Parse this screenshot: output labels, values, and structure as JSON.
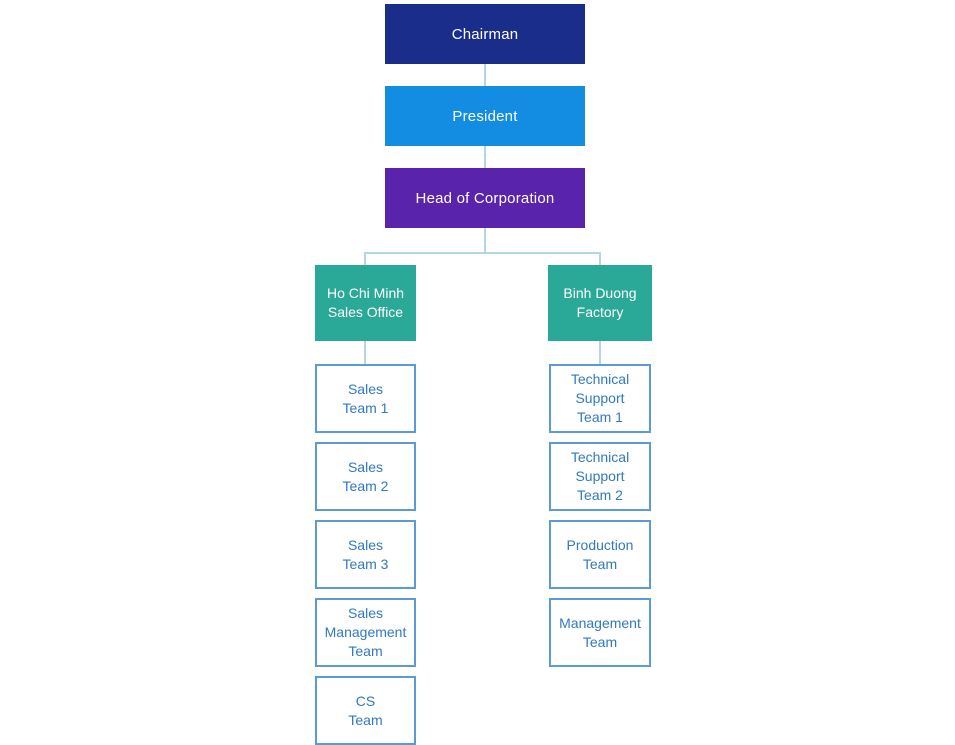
{
  "org_chart": {
    "executive_chain": [
      {
        "label": "Chairman"
      },
      {
        "label": "President"
      },
      {
        "label": "Head of Corporation"
      }
    ],
    "branches": [
      {
        "label": "Ho Chi Minh\nSales Office",
        "teams": [
          {
            "label": "Sales\nTeam 1"
          },
          {
            "label": "Sales\nTeam 2"
          },
          {
            "label": "Sales\nTeam 3"
          },
          {
            "label": "Sales\nManagement\nTeam"
          },
          {
            "label": "CS\nTeam"
          }
        ]
      },
      {
        "label": "Binh Duong\nFactory",
        "teams": [
          {
            "label": "Technical\nSupport\nTeam 1"
          },
          {
            "label": "Technical\nSupport\nTeam 2"
          },
          {
            "label": "Production\nTeam"
          },
          {
            "label": "Management\nTeam"
          }
        ]
      }
    ],
    "colors": {
      "chairman_bg": "#1b2d8a",
      "president_bg": "#128de2",
      "head_of_corporation_bg": "#5a23ab",
      "branch_bg": "#2aa898",
      "team_box_border": "#5b9bd5",
      "team_text": "#3079c1",
      "connector_line": "#b3d5e5",
      "background": "#ffffff"
    }
  }
}
